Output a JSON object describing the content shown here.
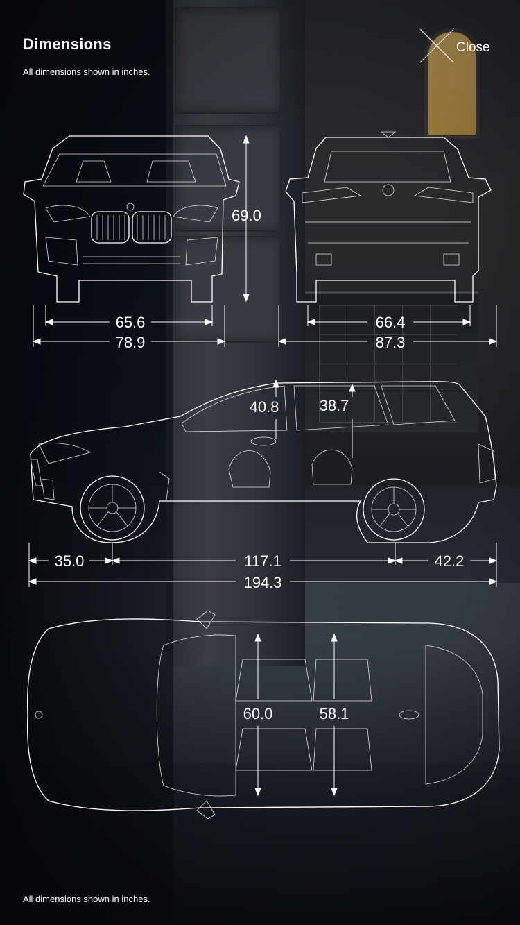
{
  "header": {
    "title": "Dimensions",
    "subtitle": "All dimensions shown in inches."
  },
  "close": {
    "label": "Close",
    "icon": "close-icon"
  },
  "footer": {
    "note": "All dimensions shown in inches."
  },
  "front_view": {
    "height": "69.0",
    "track": "65.6",
    "width": "78.9"
  },
  "rear_view": {
    "track": "66.4",
    "width": "87.3"
  },
  "side_view": {
    "front_headroom": "40.8",
    "rear_headroom": "38.7",
    "front_overhang": "35.0",
    "wheelbase": "117.1",
    "rear_overhang": "42.2",
    "length": "194.3"
  },
  "top_view": {
    "front_shoulder_room": "60.0",
    "rear_shoulder_room": "58.1"
  },
  "colors": {
    "line": "#ffffff",
    "background": "#0b1018"
  }
}
